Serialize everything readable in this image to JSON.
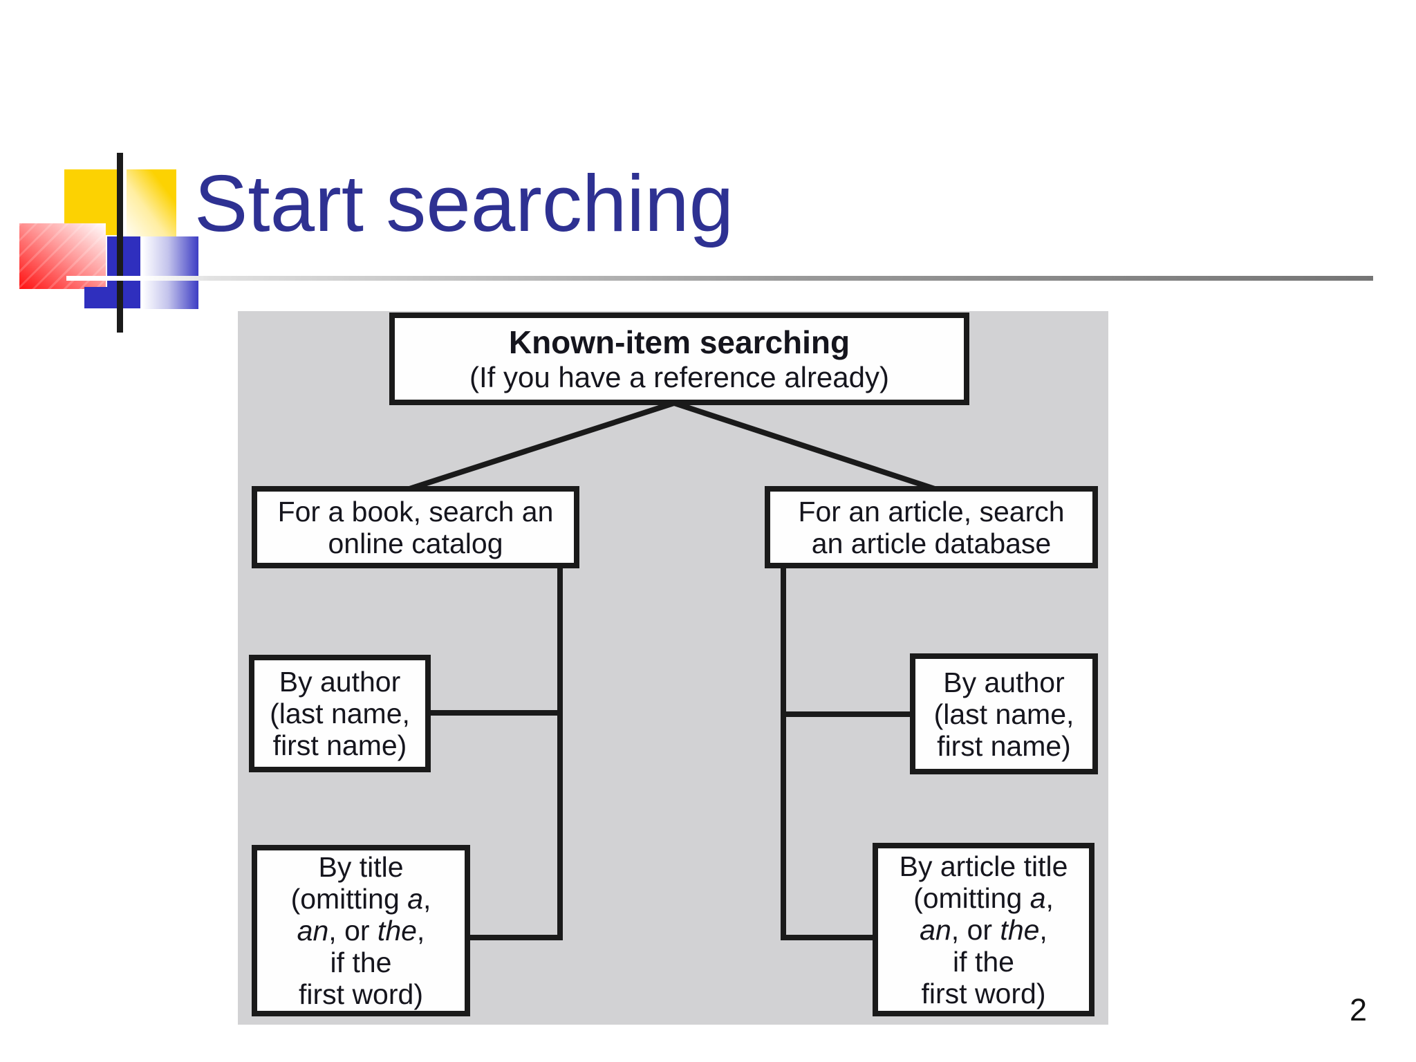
{
  "slide": {
    "title": "Start searching",
    "page_number": "2"
  },
  "colors": {
    "title_blue": "#2e3192",
    "panel_gray": "#d2d2d4",
    "box_border_black": "#1a1a1a",
    "accent_yellow": "#fcd202",
    "accent_red": "#ff1010",
    "accent_blue": "#2f2fbe"
  },
  "diagram": {
    "root": {
      "title": "Known-item searching",
      "subtitle": "(If you have a reference already)"
    },
    "book_branch": {
      "lines": [
        "For a book, search an",
        "online catalog"
      ]
    },
    "article_branch": {
      "lines": [
        "For an article, search",
        "an article database"
      ]
    },
    "book_author": {
      "lines": [
        "By author",
        "(last name,",
        "first name)"
      ]
    },
    "article_author": {
      "lines": [
        "By author",
        "(last name,",
        "first name)"
      ]
    },
    "book_title": {
      "lines": [
        "By title",
        [
          [
            "(omitting ",
            false
          ],
          [
            "a",
            true
          ],
          [
            ",",
            false
          ]
        ],
        [
          [
            "an",
            true
          ],
          [
            ", or ",
            false
          ],
          [
            "the",
            true
          ],
          [
            ",",
            false
          ]
        ],
        "if the",
        "first word)"
      ]
    },
    "article_title": {
      "lines": [
        "By article title",
        [
          [
            "(omitting ",
            false
          ],
          [
            "a",
            true
          ],
          [
            ",",
            false
          ]
        ],
        [
          [
            "an",
            true
          ],
          [
            ", or ",
            false
          ],
          [
            "the",
            true
          ],
          [
            ",",
            false
          ]
        ],
        "if the",
        "first word)"
      ]
    }
  }
}
